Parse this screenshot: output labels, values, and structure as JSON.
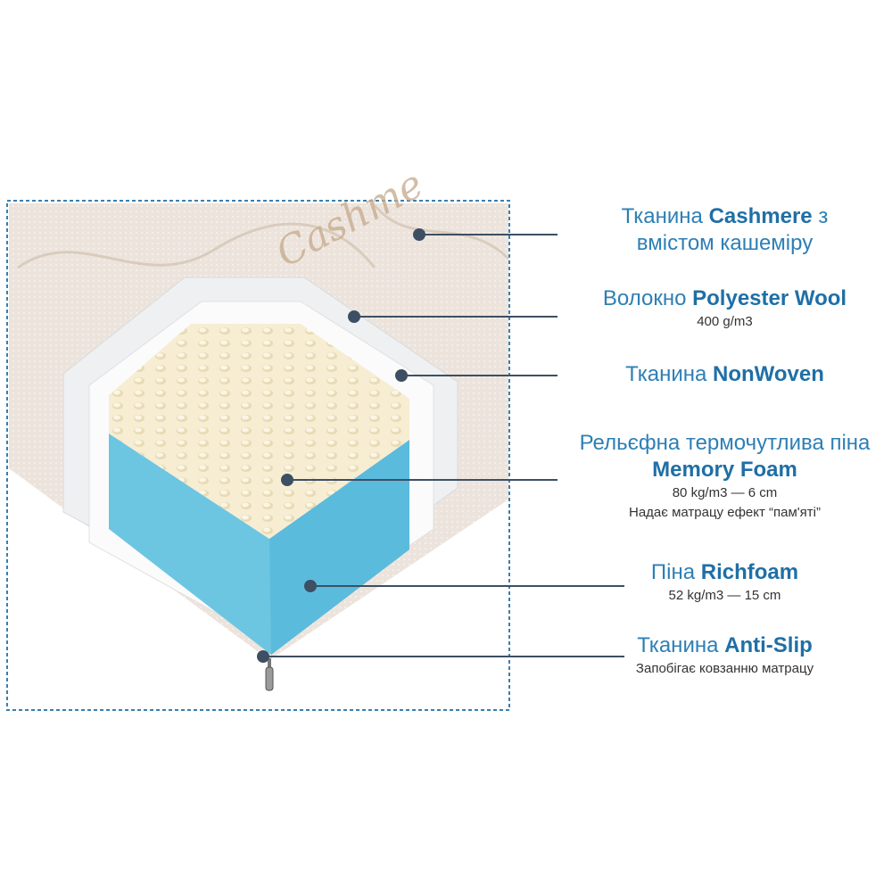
{
  "colors": {
    "accent": "#2d7fb5",
    "frame": "#3a7fae",
    "leader": "#3d4f63",
    "blue_foam": "#6cc6e2",
    "memory_foam": "#f4ead0"
  },
  "layers": [
    {
      "prefix": "Тканина",
      "name": "Cashmere",
      "suffix": "з",
      "line2": "вмістом кашеміру",
      "details": []
    },
    {
      "prefix": "Волокно",
      "name": "Polyester Wool",
      "suffix": "",
      "details": [
        "400 g/m3"
      ]
    },
    {
      "prefix": "Тканина",
      "name": "NonWoven",
      "suffix": "",
      "details": []
    },
    {
      "prefix": "Рельєфна термочутлива піна",
      "name": "Memory Foam",
      "suffix": "",
      "details": [
        "80 kg/m3 — 6 cm",
        "Надає матрацу ефект “пам'яті”"
      ]
    },
    {
      "prefix": "Піна",
      "name": "Richfoam",
      "suffix": "",
      "details": [
        "52 kg/m3 — 15 cm"
      ]
    },
    {
      "prefix": "Тканина",
      "name": "Anti-Slip",
      "suffix": "",
      "details": [
        "Запобігає ковзанню матрацу"
      ]
    }
  ],
  "fabric_embroidery": "Cashmere"
}
